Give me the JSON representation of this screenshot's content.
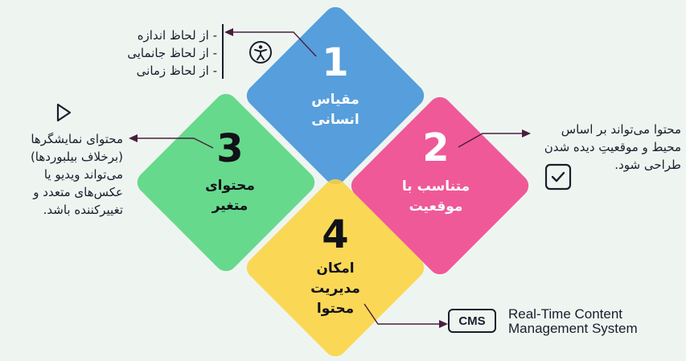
{
  "quadrants": [
    {
      "number": "1",
      "title_line1": "مقیاس",
      "title_line2": "انسانی",
      "color": "#3d8fd9"
    },
    {
      "number": "2",
      "title_line1": "متناسب با",
      "title_line2": "موقعیت",
      "color": "#ef3f88"
    },
    {
      "number": "3",
      "title_line1": "محتوای",
      "title_line2": "متغیر",
      "color": "#4fd47c"
    },
    {
      "number": "4",
      "title_line1": "امکان",
      "title_line2": "مدیریت",
      "title_line3": "محتوا",
      "color": "#fcd33d"
    }
  ],
  "notes": {
    "human_scale": [
      "- از لحاظ اندازه",
      "- از لحاظ جانمایی",
      "- از لحاظ زمانی"
    ],
    "context": [
      "محتوا می‌تواند بر اساس",
      "محیط و موقعیتِ دیده شدن",
      "طراحی شود."
    ],
    "dynamic": [
      "محتوای نمایشگرها",
      "(برخلاف بیلبوردها)",
      "می‌تواند ویدیو یا",
      "عکس‌های متعدد و",
      "تغییرکننده باشد."
    ],
    "cms_badge": "CMS",
    "cms_line1": "Real-Time Content",
    "cms_line2": "Management System"
  },
  "icons": [
    "accessibility-icon",
    "checkbox-icon",
    "play-icon",
    "cms-icon"
  ]
}
